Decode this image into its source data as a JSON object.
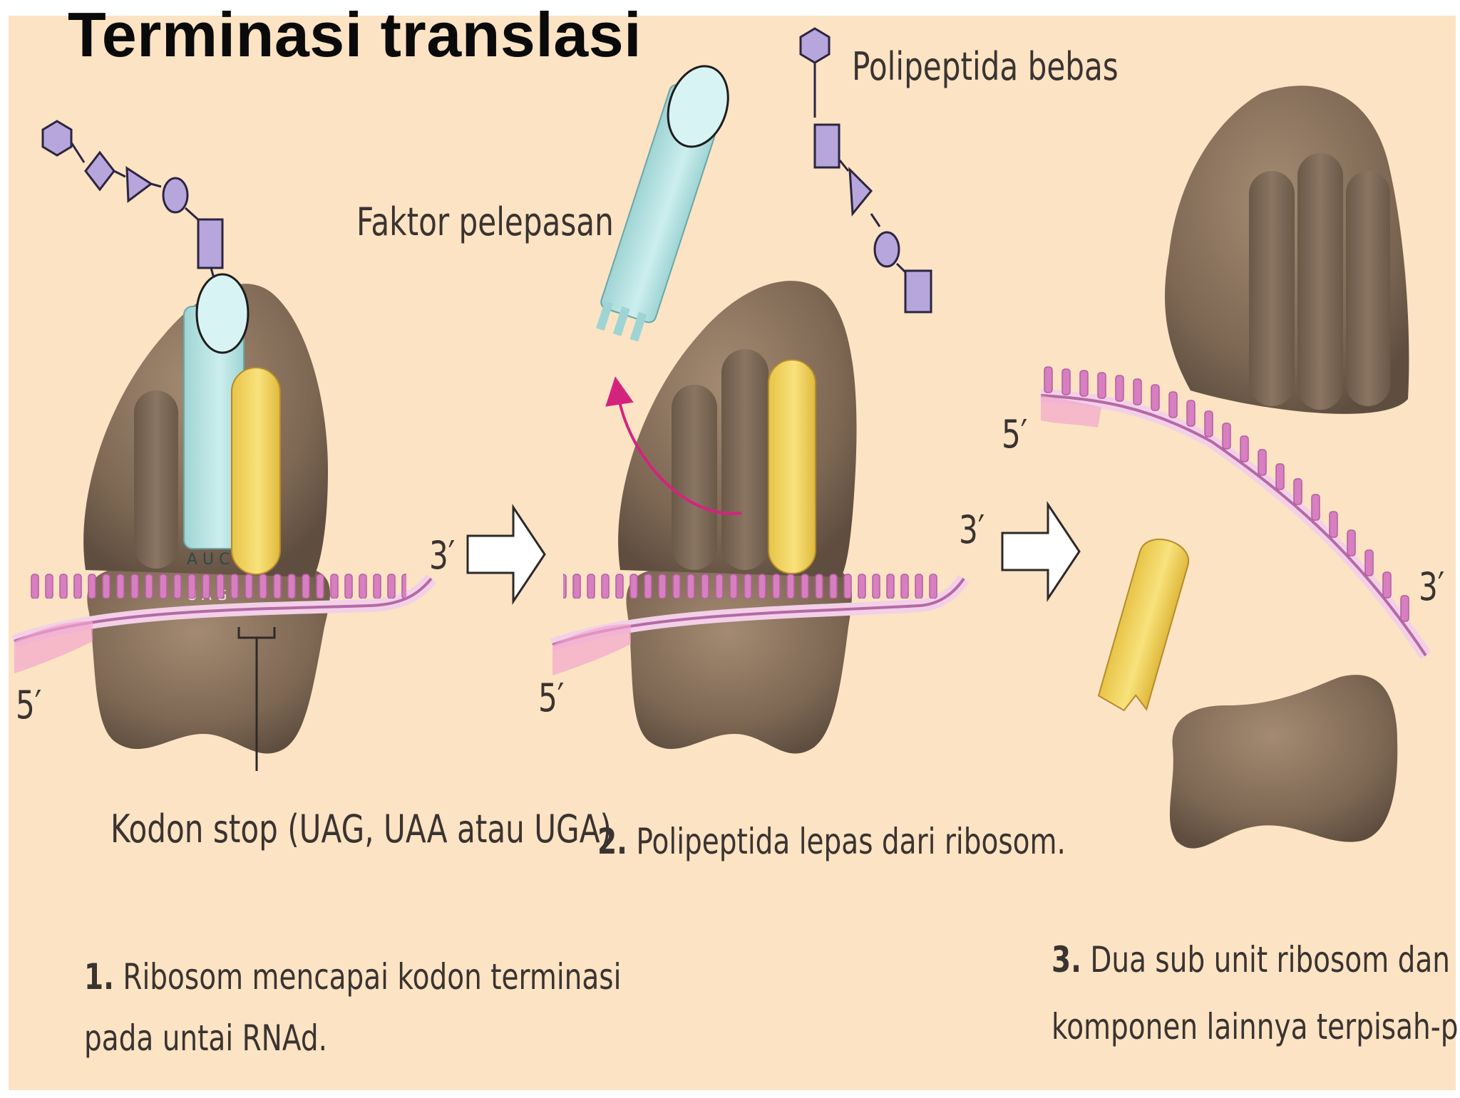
{
  "title": "Terminasi translasi",
  "labels": {
    "polipeptida_bebas": "Polipeptida bebas",
    "faktor_pelepasan": "Faktor pelepasan",
    "kodon_stop": "Kodon stop (UAG, UAA atau UGA)",
    "end_5": "5′",
    "end_3": "3′",
    "codon_ac": "AUC",
    "codon_stop": "UAG"
  },
  "steps": [
    {
      "number": "1.",
      "line1": "Ribosom mencapai kodon terminasi",
      "line2": "pada untai RNAd."
    },
    {
      "number": "2.",
      "line1": "Polipeptida lepas dari ribosom.",
      "line2": ""
    },
    {
      "number": "3.",
      "line1": "Dua sub unit ribosom dan",
      "line2": "komponen lainnya terpisah-pisah."
    }
  ],
  "colors": {
    "background": "#fbe3c4",
    "ribosome": "#8a725d",
    "ribosome_dark": "#5f4e40",
    "mrna": "#d77fc0",
    "release_factor": "#bfe6e6",
    "trna": "#f0d35c",
    "polypeptide": "#b6a6dc",
    "arrow_curve": "#d4237d"
  },
  "icons": [
    "hexagon-icon",
    "diamond-icon",
    "triangle-icon",
    "circle-icon",
    "square-icon",
    "right-arrow-icon"
  ]
}
